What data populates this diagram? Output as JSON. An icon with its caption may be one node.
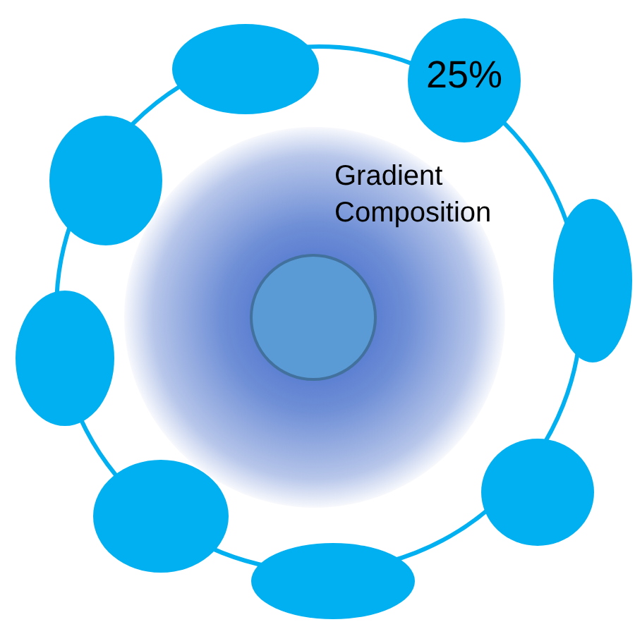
{
  "diagram": {
    "nodes": [
      {
        "text": [],
        "shape": "ellipse"
      },
      {
        "text": [
          "25%"
        ]
      },
      {
        "text": [],
        "shape": "ellipse"
      },
      {
        "text": [],
        "shape": "ellipse"
      },
      {
        "text": [],
        "shape": "ellipse"
      },
      {
        "text": [],
        "shape": "ellipse"
      },
      {
        "text": [],
        "shape": "ellipse"
      },
      {
        "text": [],
        "shape": "ellipse"
      },
      {
        "text": [],
        "shape": "circle"
      }
    ],
    "edges": [],
    "labels": [
      "Gradient Composition"
    ]
  }
}
